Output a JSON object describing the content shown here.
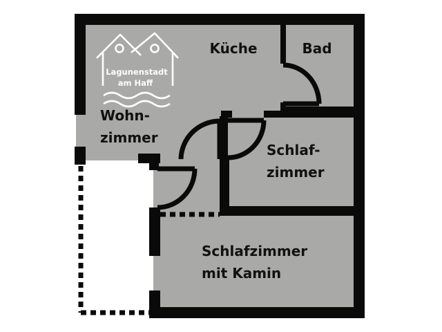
{
  "colors": {
    "floor": "#a9a9a7",
    "wall": "#0a0a0a",
    "logo": "#ffffff",
    "text": "#111111"
  },
  "logo": {
    "icon": "two-houses-on-waves-icon",
    "line1": "Lagunenstadt",
    "line2": "am Haff"
  },
  "rooms": {
    "kueche": "Küche",
    "bad": "Bad",
    "wohnzimmer_1": "Wohn-",
    "wohnzimmer_2": "zimmer",
    "schlafzimmer_1": "Schlaf-",
    "schlafzimmer_2": "zimmer",
    "kamin_1": "Schlafzimmer",
    "kamin_2": "mit Kamin"
  }
}
